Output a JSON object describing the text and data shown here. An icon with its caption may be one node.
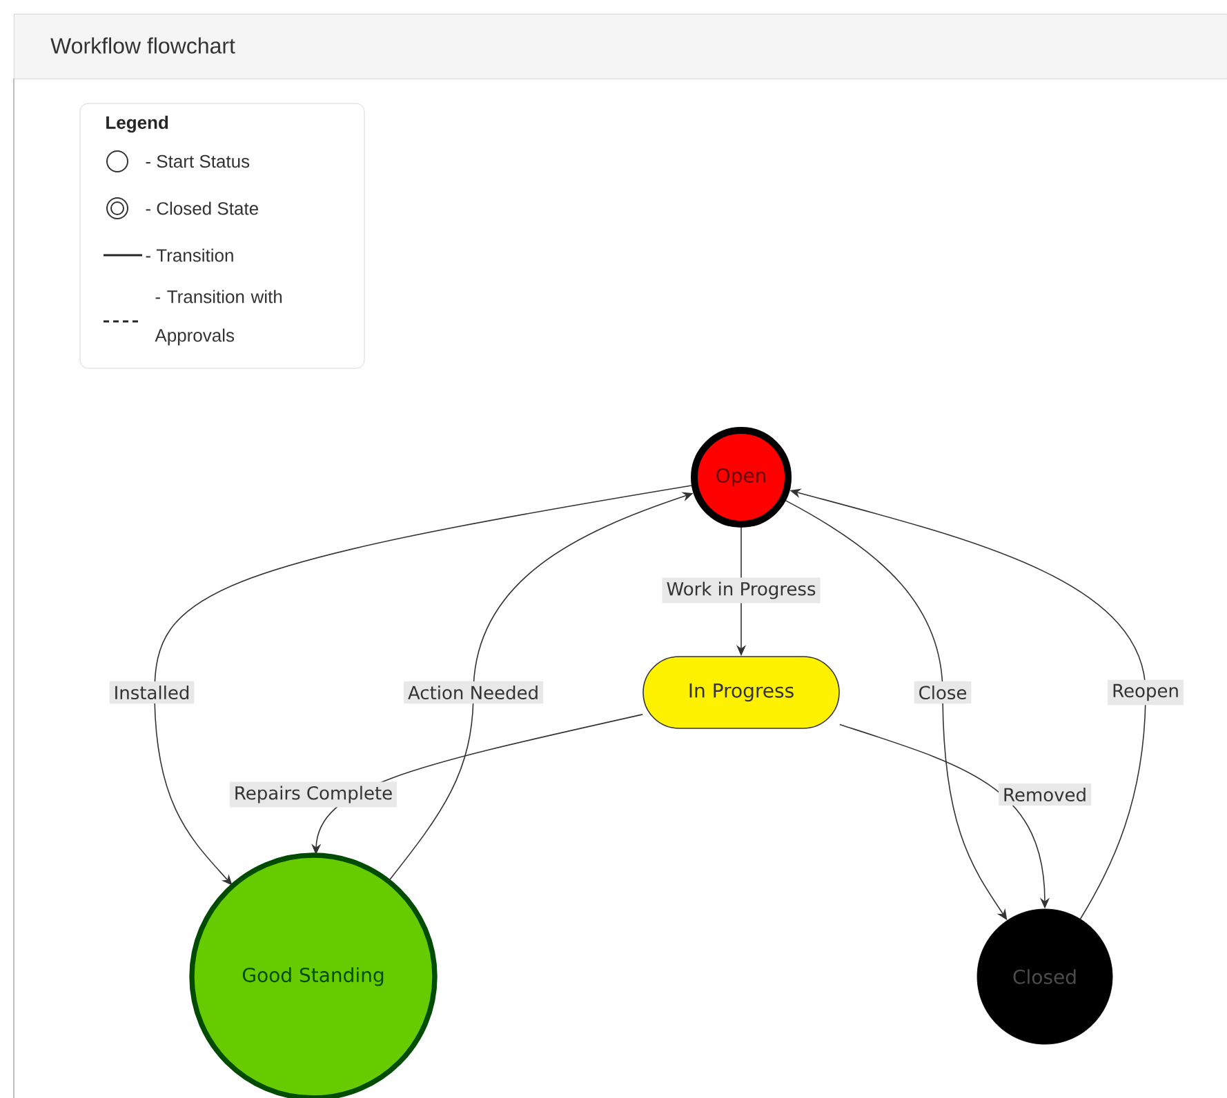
{
  "diagram": {
    "title": "Workflow flowchart",
    "nodes": [
      {
        "text": [
          "Open"
        ]
      },
      {
        "text": [
          "In Progress"
        ]
      },
      {
        "text": [
          "Good Standing"
        ]
      },
      {
        "text": [
          "Closed"
        ]
      }
    ],
    "edges": [
      {
        "from": 0,
        "to": 1,
        "arrow": "to",
        "label": "Work in Progress"
      },
      {
        "from": 1,
        "to": 2,
        "arrow": "to",
        "label": "Repairs Complete"
      },
      {
        "from": 0,
        "to": 2,
        "arrow": "to",
        "label": "Installed"
      },
      {
        "from": 2,
        "to": 0,
        "arrow": "to",
        "label": "Action Needed"
      },
      {
        "from": 0,
        "to": 3,
        "arrow": "to",
        "label": "Close"
      },
      {
        "from": 3,
        "to": 0,
        "arrow": "to",
        "label": "Reopen"
      },
      {
        "from": 1,
        "to": 3,
        "arrow": "to",
        "label": "Removed"
      }
    ],
    "labels": [
      "Legend"
    ],
    "legend": [
      {
        "text": "- Start Status"
      },
      {
        "text": "- Closed State"
      },
      {
        "text": "- Transition"
      },
      {
        "text": "- Transition with Approvals"
      }
    ]
  }
}
